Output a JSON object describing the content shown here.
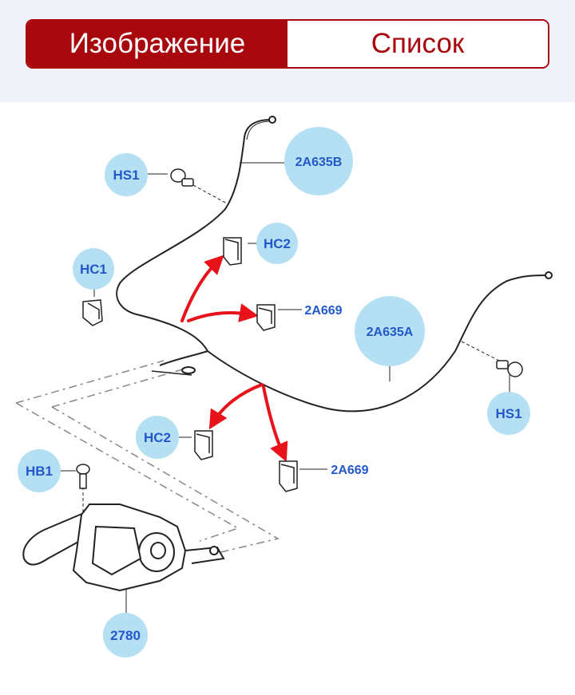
{
  "tabs": [
    {
      "label": "Изображение",
      "active": true
    },
    {
      "label": "Список",
      "active": false
    }
  ],
  "colors": {
    "accent": "#a8070d",
    "header_bg": "#f1f3f8",
    "callout_fill": "#b5dff2",
    "callout_text": "#2358c9",
    "arrow": "#e8121a"
  },
  "callouts": {
    "hs1_top": "HS1",
    "a2635b": "2A635B",
    "hc2_top": "HC2",
    "hc1": "HC1",
    "a2669_top": "2A669",
    "a2635a": "2A635A",
    "hs1_right": "HS1",
    "hc2_bottom": "HC2",
    "hb1": "HB1",
    "a2669_bottom": "2A669",
    "p2780": "2780"
  }
}
